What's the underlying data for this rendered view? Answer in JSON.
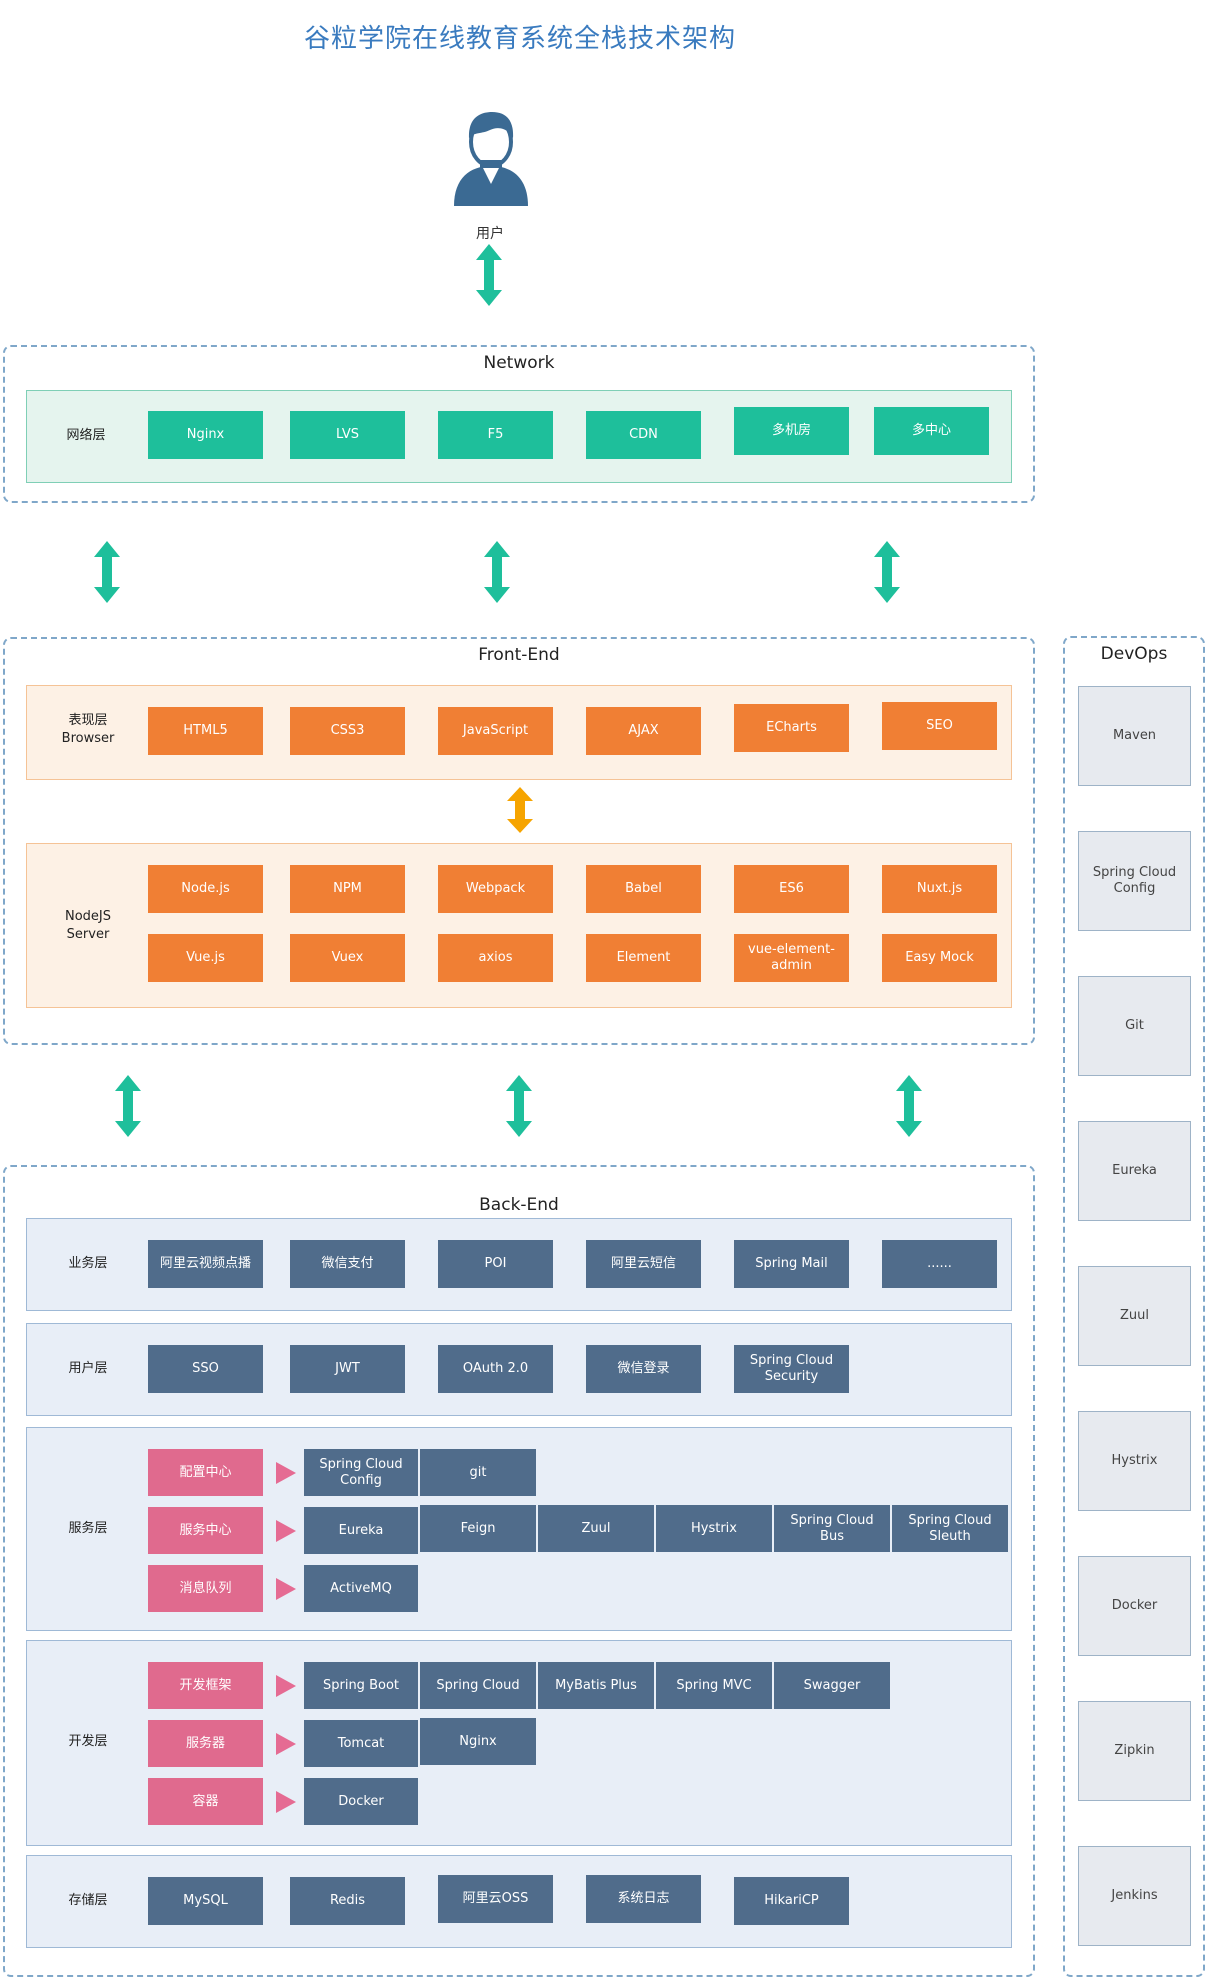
{
  "title": "谷粒学院在线教育系统全栈技术架构",
  "user": {
    "label": "用户"
  },
  "colors": {
    "network": "#1ebf9b",
    "frontend": "#f07f34",
    "backend": "#506c8b",
    "pointer": "#e06a8e",
    "accent": "#3a7bbf"
  },
  "network": {
    "title": "Network",
    "band_label": "网络层",
    "items": [
      "Nginx",
      "LVS",
      "F5",
      "CDN",
      "多机房",
      "多中心"
    ]
  },
  "frontend": {
    "title": "Front-End",
    "browser": {
      "label_1": "表现层",
      "label_2": "Browser",
      "items": [
        "HTML5",
        "CSS3",
        "JavaScript",
        "AJAX",
        "ECharts",
        "SEO"
      ]
    },
    "nodejs": {
      "label_1": "NodeJS",
      "label_2": "Server",
      "row1": [
        "Node.js",
        "NPM",
        "Webpack",
        "Babel",
        "ES6",
        "Nuxt.js"
      ],
      "row2": [
        "Vue.js",
        "Vuex",
        "axios",
        "Element",
        "vue-element-admin",
        "Easy Mock"
      ]
    }
  },
  "backend": {
    "title": "Back-End",
    "business": {
      "label": "业务层",
      "items": [
        "阿里云视频点播",
        "微信支付",
        "POI",
        "阿里云短信",
        "Spring Mail",
        "......"
      ]
    },
    "user_layer": {
      "label": "用户层",
      "items": [
        "SSO",
        "JWT",
        "OAuth 2.0",
        "微信登录",
        "Spring Cloud Security"
      ]
    },
    "service": {
      "label": "服务层",
      "config_center": {
        "tag": "配置中心",
        "items": [
          "Spring Cloud Config",
          "git"
        ]
      },
      "service_center": {
        "tag": "服务中心",
        "items": [
          "Eureka",
          "Feign",
          "Zuul",
          "Hystrix",
          "Spring Cloud Bus",
          "Spring Cloud Sleuth"
        ]
      },
      "message_queue": {
        "tag": "消息队列",
        "items": [
          "ActiveMQ"
        ]
      }
    },
    "dev": {
      "label": "开发层",
      "framework": {
        "tag": "开发框架",
        "items": [
          "Spring Boot",
          "Spring Cloud",
          "MyBatis Plus",
          "Spring MVC",
          "Swagger"
        ]
      },
      "server": {
        "tag": "服务器",
        "items": [
          "Tomcat",
          "Nginx"
        ]
      },
      "container": {
        "tag": "容器",
        "items": [
          "Docker"
        ]
      }
    },
    "storage": {
      "label": "存储层",
      "items": [
        "MySQL",
        "Redis",
        "阿里云OSS",
        "系统日志",
        "HikariCP"
      ]
    }
  },
  "devops": {
    "title": "DevOps",
    "items": [
      "Maven",
      "Spring Cloud Config",
      "Git",
      "Eureka",
      "Zuul",
      "Hystrix",
      "Docker",
      "Zipkin",
      "Jenkins"
    ]
  }
}
